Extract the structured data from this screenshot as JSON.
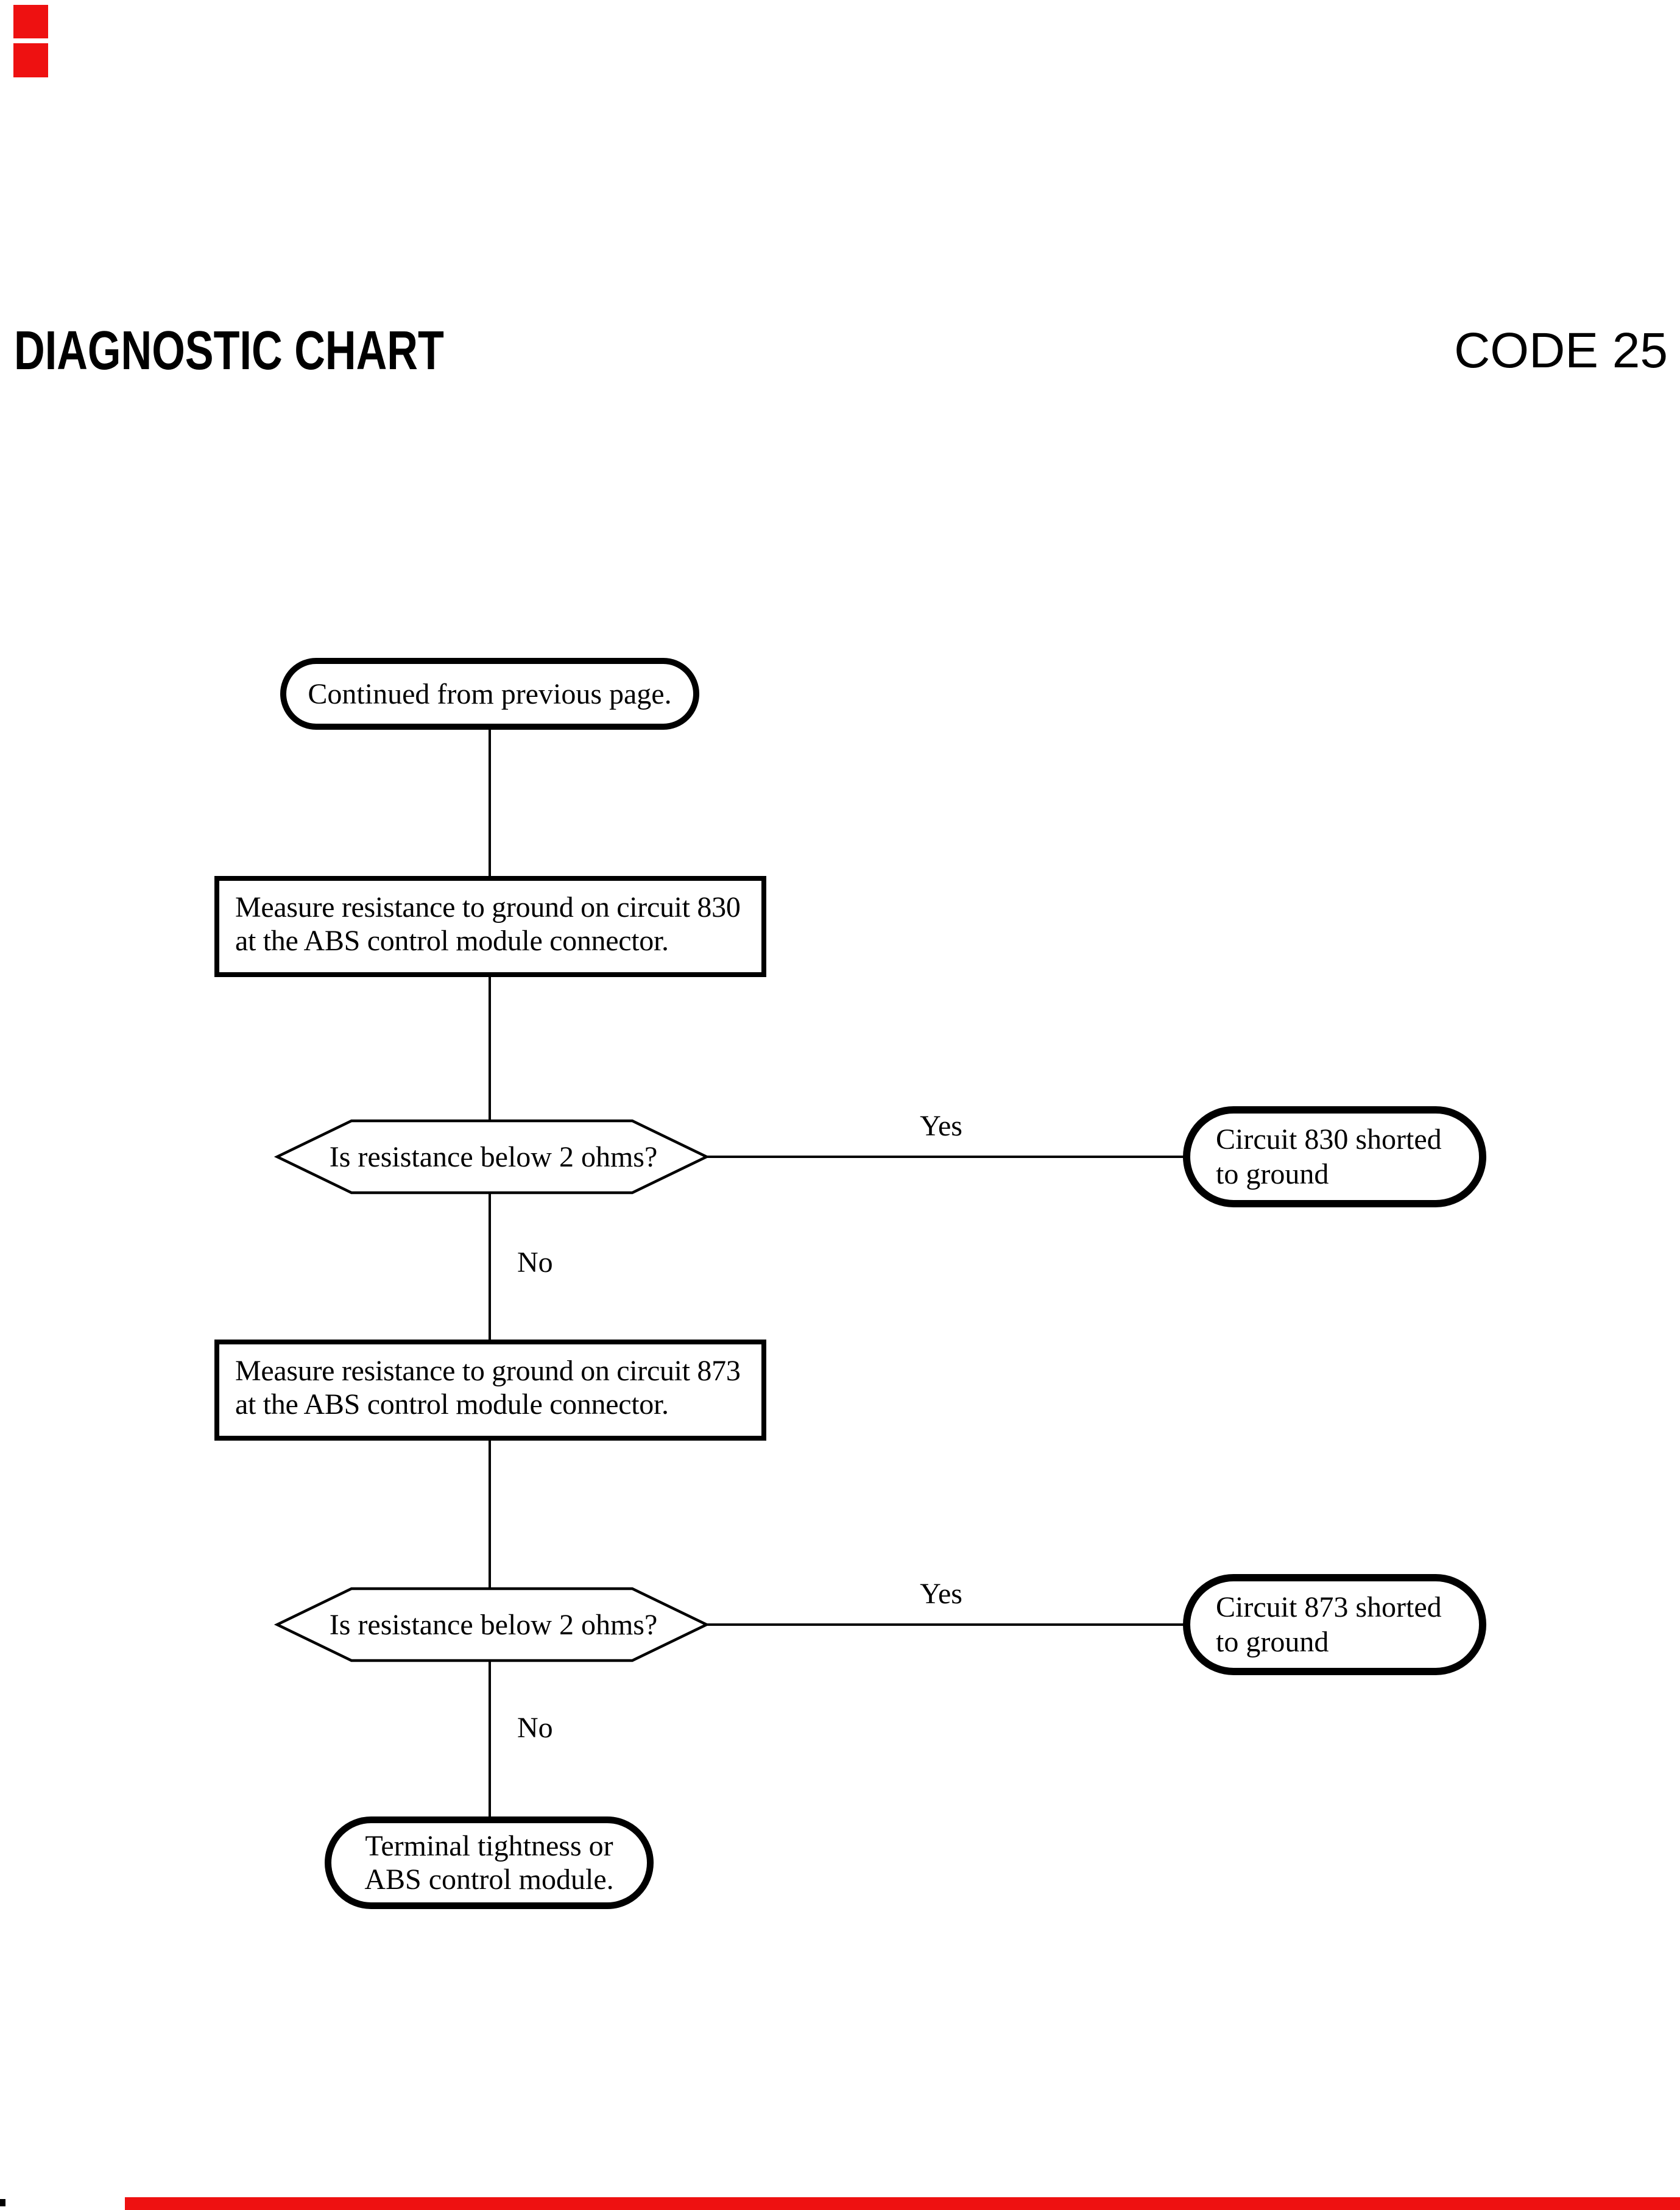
{
  "header": {
    "title": "DIAGNOSTIC CHART",
    "code": "CODE 25"
  },
  "flowchart": {
    "nodes": [
      {
        "id": "start",
        "type": "terminator",
        "label": "Continued from previous page."
      },
      {
        "id": "measure-circuit-830",
        "type": "process",
        "lines": [
          "Measure resistance to ground on circuit 830",
          "at the ABS control module connector."
        ]
      },
      {
        "id": "resistance-check-830",
        "type": "decision",
        "label": "Is resistance below 2 ohms?"
      },
      {
        "id": "result-circuit-830",
        "type": "terminator",
        "lines": [
          "Circuit 830 shorted",
          "to ground"
        ]
      },
      {
        "id": "measure-circuit-873",
        "type": "process",
        "lines": [
          "Measure resistance to ground on circuit 873",
          "at the ABS control module connector."
        ]
      },
      {
        "id": "resistance-check-873",
        "type": "decision",
        "label": "Is resistance below 2 ohms?"
      },
      {
        "id": "result-circuit-873",
        "type": "terminator",
        "lines": [
          "Circuit 873 shorted",
          "to ground"
        ]
      },
      {
        "id": "end",
        "type": "terminator",
        "lines": [
          "Terminal tightness or",
          "ABS control module."
        ]
      }
    ],
    "edge_labels": {
      "yes": "Yes",
      "no": "No"
    }
  },
  "colors": {
    "ink": "#000000",
    "paper": "#ffffff",
    "edge_mark_red": "#ee1111"
  }
}
